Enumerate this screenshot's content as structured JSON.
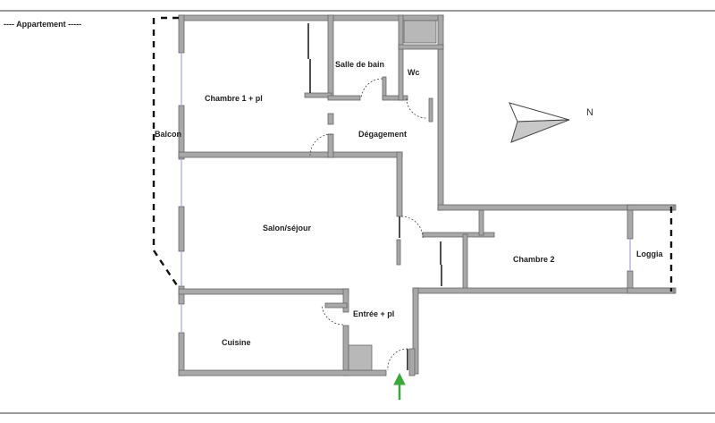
{
  "legend": {
    "text": "---- Appartement -----"
  },
  "compass": {
    "label": "N",
    "fill": "#c8c8c8"
  },
  "rooms": [
    {
      "id": "chambre1",
      "label": "Chambre 1 + pl"
    },
    {
      "id": "salle_de_bain",
      "label": "Salle de bain"
    },
    {
      "id": "wc",
      "label": "Wc"
    },
    {
      "id": "degagement",
      "label": "Dégagement"
    },
    {
      "id": "balcon",
      "label": "Balcon"
    },
    {
      "id": "salon",
      "label": "Salon/séjour"
    },
    {
      "id": "chambre2",
      "label": "Chambre 2"
    },
    {
      "id": "loggia",
      "label": "Loggia"
    },
    {
      "id": "entree",
      "label": "Entrée + pl"
    },
    {
      "id": "cuisine",
      "label": "Cuisine"
    }
  ],
  "colors": {
    "wall": "#a8a8a8",
    "wall_outline": "#555555",
    "fixture": "#b8b8b8",
    "entry_arrow": "#3aa83a",
    "window": "#b0b4e0"
  }
}
